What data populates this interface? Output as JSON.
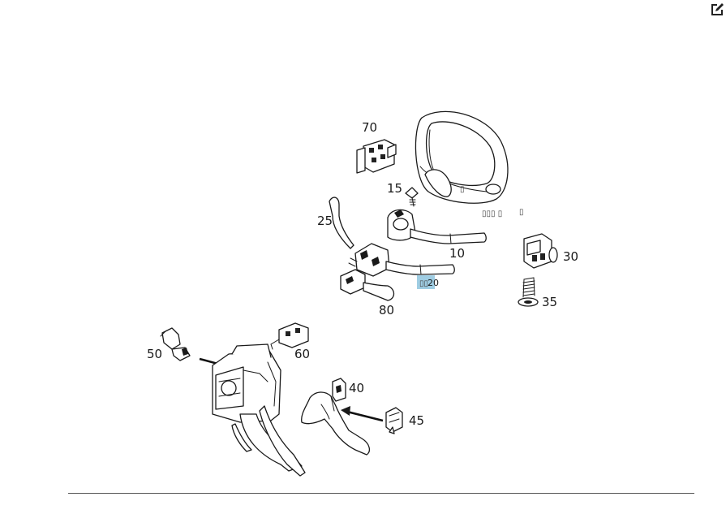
{
  "toolbar": {
    "edit_icon": "edit-pencil-icon"
  },
  "callouts": {
    "c70": "70",
    "c15": "15",
    "c25": "25",
    "c10": "10",
    "c20": "20",
    "c80": "80",
    "c30": "30",
    "c35": "35",
    "c50": "50",
    "c60": "60",
    "c40": "40",
    "c45": "45"
  },
  "colors": {
    "highlight": "#9fcde3",
    "ink": "#1a1a1a"
  }
}
